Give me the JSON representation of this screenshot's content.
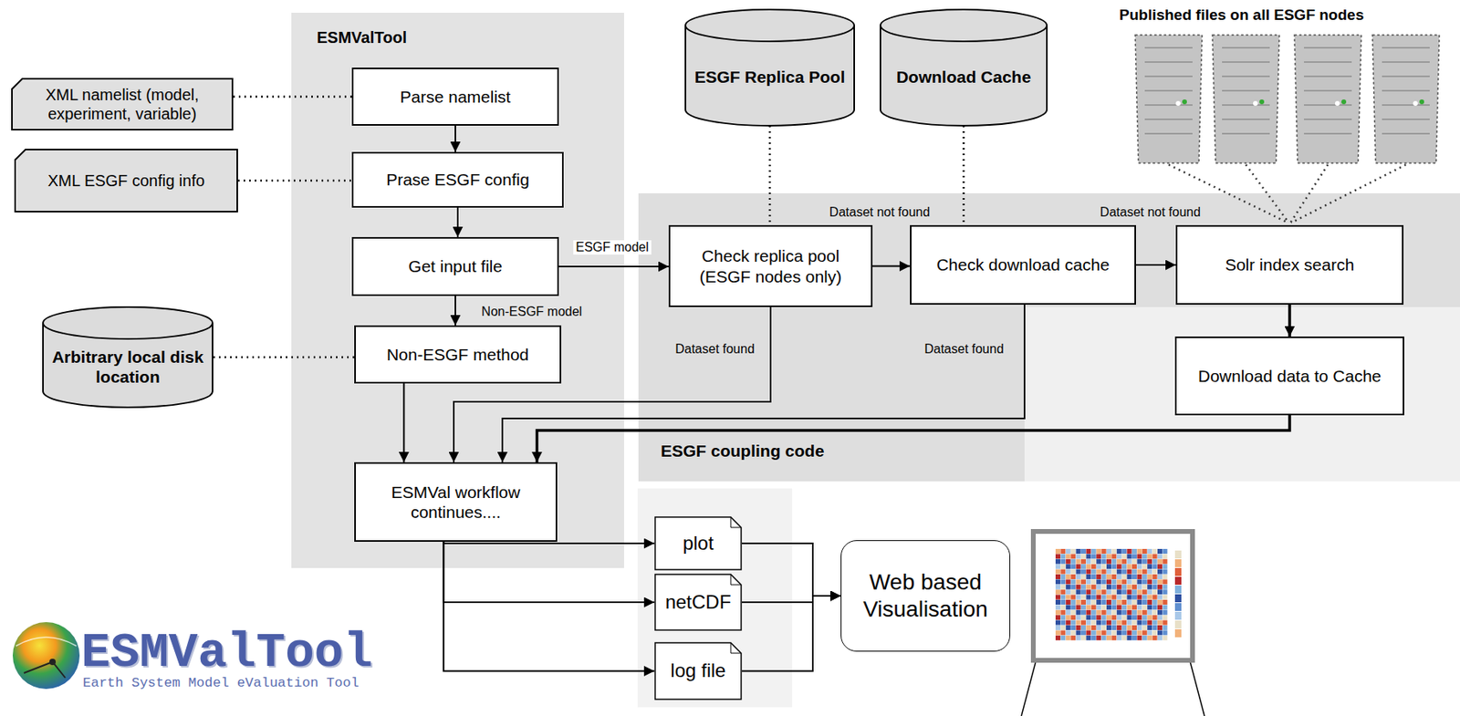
{
  "diagram": {
    "nodes": [
      {
        "text": [
          "XML namelist (model, experiment, variable)"
        ]
      },
      {
        "text": [
          "ESMValTool"
        ]
      },
      {
        "text": [
          "Parse namelist"
        ],
        "in": 1
      },
      {
        "text": [
          "XML ESGF config info"
        ]
      },
      {
        "text": [
          "Prase ESGF config"
        ],
        "in": 1
      },
      {
        "text": [
          "ESGF Replica Pool"
        ]
      },
      {
        "text": [
          "Download Cache"
        ]
      },
      {
        "text": [
          "ESGF coupling code"
        ]
      },
      {
        "text": [
          "Get input file"
        ],
        "in": 1
      },
      {
        "text": [
          "Check replica pool (ESGF nodes only)"
        ],
        "in": 7
      },
      {
        "text": [
          "Check download cache"
        ],
        "in": 7
      },
      {
        "text": [
          "Solr index search"
        ],
        "in": 7
      },
      {
        "text": [
          "Arbitrary local disk location"
        ]
      },
      {
        "text": [
          "Non-ESGF method"
        ],
        "in": 1
      },
      {
        "text": [
          "Download data to Cache"
        ],
        "in": 7
      },
      {
        "text": [
          "ESMVal workflow continues...."
        ],
        "in": 1
      },
      {
        "text": [
          "plot"
        ]
      },
      {
        "text": [
          "netCDF"
        ]
      },
      {
        "text": [
          "log file"
        ]
      },
      {
        "text": [
          "Web based Visualisation"
        ]
      }
    ],
    "edges": [
      {
        "from": 0,
        "to": 2,
        "arrow": "none"
      },
      {
        "from": 3,
        "to": 4,
        "arrow": "none"
      },
      {
        "from": 2,
        "to": 4,
        "arrow": "to"
      },
      {
        "from": 4,
        "to": 8,
        "arrow": "to"
      },
      {
        "from": 8,
        "to": 9,
        "arrow": "to",
        "label": "ESGF model"
      },
      {
        "from": 8,
        "to": 13,
        "arrow": "to",
        "label": "Non-ESGF model"
      },
      {
        "from": 5,
        "to": 9,
        "arrow": "none"
      },
      {
        "from": 6,
        "to": 10,
        "arrow": "none"
      },
      {
        "from": 9,
        "to": 10,
        "arrow": "to",
        "label": "Dataset not found"
      },
      {
        "from": 10,
        "to": 11,
        "arrow": "to",
        "label": "Dataset not found"
      },
      {
        "from": 11,
        "to": 14,
        "arrow": "to"
      },
      {
        "from": 12,
        "to": 13,
        "arrow": "none"
      },
      {
        "from": 13,
        "to": 15,
        "arrow": "to"
      },
      {
        "from": 9,
        "to": 15,
        "arrow": "to",
        "label": "Dataset found"
      },
      {
        "from": 10,
        "to": 15,
        "arrow": "to",
        "label": "Dataset found"
      },
      {
        "from": 14,
        "to": 15,
        "arrow": "to"
      },
      {
        "from": 15,
        "to": 16,
        "arrow": "to"
      },
      {
        "from": 15,
        "to": 17,
        "arrow": "to"
      },
      {
        "from": 15,
        "to": 18,
        "arrow": "to"
      },
      {
        "from": 16,
        "to": 19,
        "arrow": "to"
      },
      {
        "from": 17,
        "to": 19,
        "arrow": "to"
      },
      {
        "from": 18,
        "to": 19,
        "arrow": "to"
      }
    ],
    "labels": [
      "Published files on all ESGF nodes",
      "ESMValTool",
      "Earth System Model eValuation Tool"
    ]
  }
}
